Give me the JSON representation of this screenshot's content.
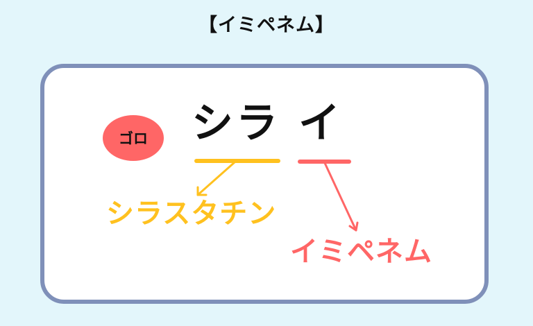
{
  "title": "【イミペネム】",
  "badge": {
    "label": "ゴロ",
    "color": "#ff6666"
  },
  "mnemonic": {
    "part1": "シラ",
    "part2": "イ"
  },
  "answers": [
    {
      "text": "シラスタチン",
      "color": "#ffc11f",
      "from": "シラ"
    },
    {
      "text": "イミペネム",
      "color": "#ff6666",
      "from": "イ"
    }
  ],
  "colors": {
    "background": "#e3f6fb",
    "card_border": "#7f90b9",
    "yellow": "#ffc11f",
    "red": "#ff6666"
  }
}
